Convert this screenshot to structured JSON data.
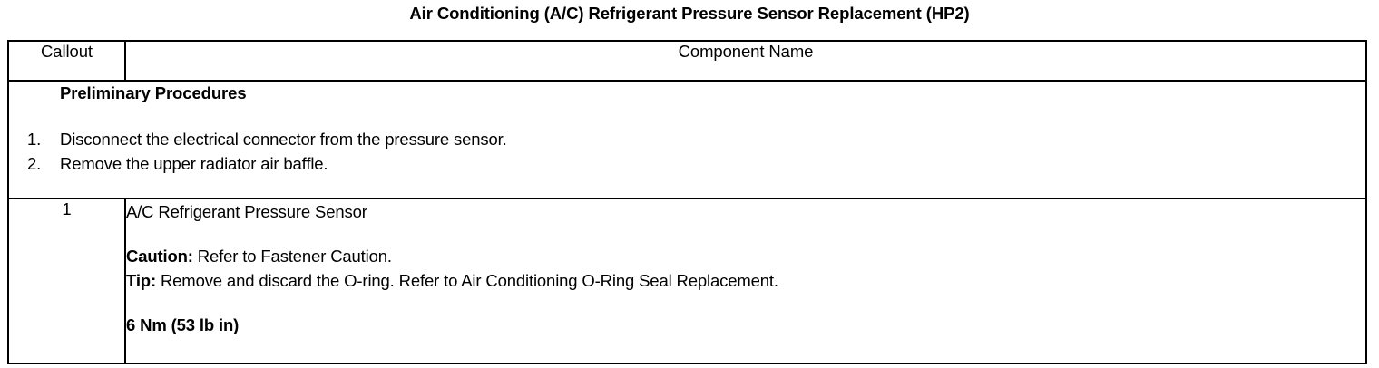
{
  "document": {
    "title": "Air Conditioning (A/C) Refrigerant Pressure Sensor Replacement (HP2)"
  },
  "table": {
    "headers": {
      "callout": "Callout",
      "component_name": "Component Name"
    },
    "preliminary": {
      "heading": "Preliminary Procedures",
      "steps": [
        {
          "number": "1.",
          "text": "Disconnect the electrical connector from the pressure sensor."
        },
        {
          "number": "2.",
          "text": "Remove the upper radiator air baffle."
        }
      ]
    },
    "rows": [
      {
        "callout": "1",
        "component_name": "A/C Refrigerant Pressure Sensor",
        "caution_label": "Caution:",
        "caution_text": " Refer to Fastener Caution.",
        "tip_label": "Tip:",
        "tip_text": " Remove and discard the O-ring. Refer to Air Conditioning O-Ring Seal Replacement.",
        "torque": "6 Nm (53 lb in)"
      }
    ]
  }
}
